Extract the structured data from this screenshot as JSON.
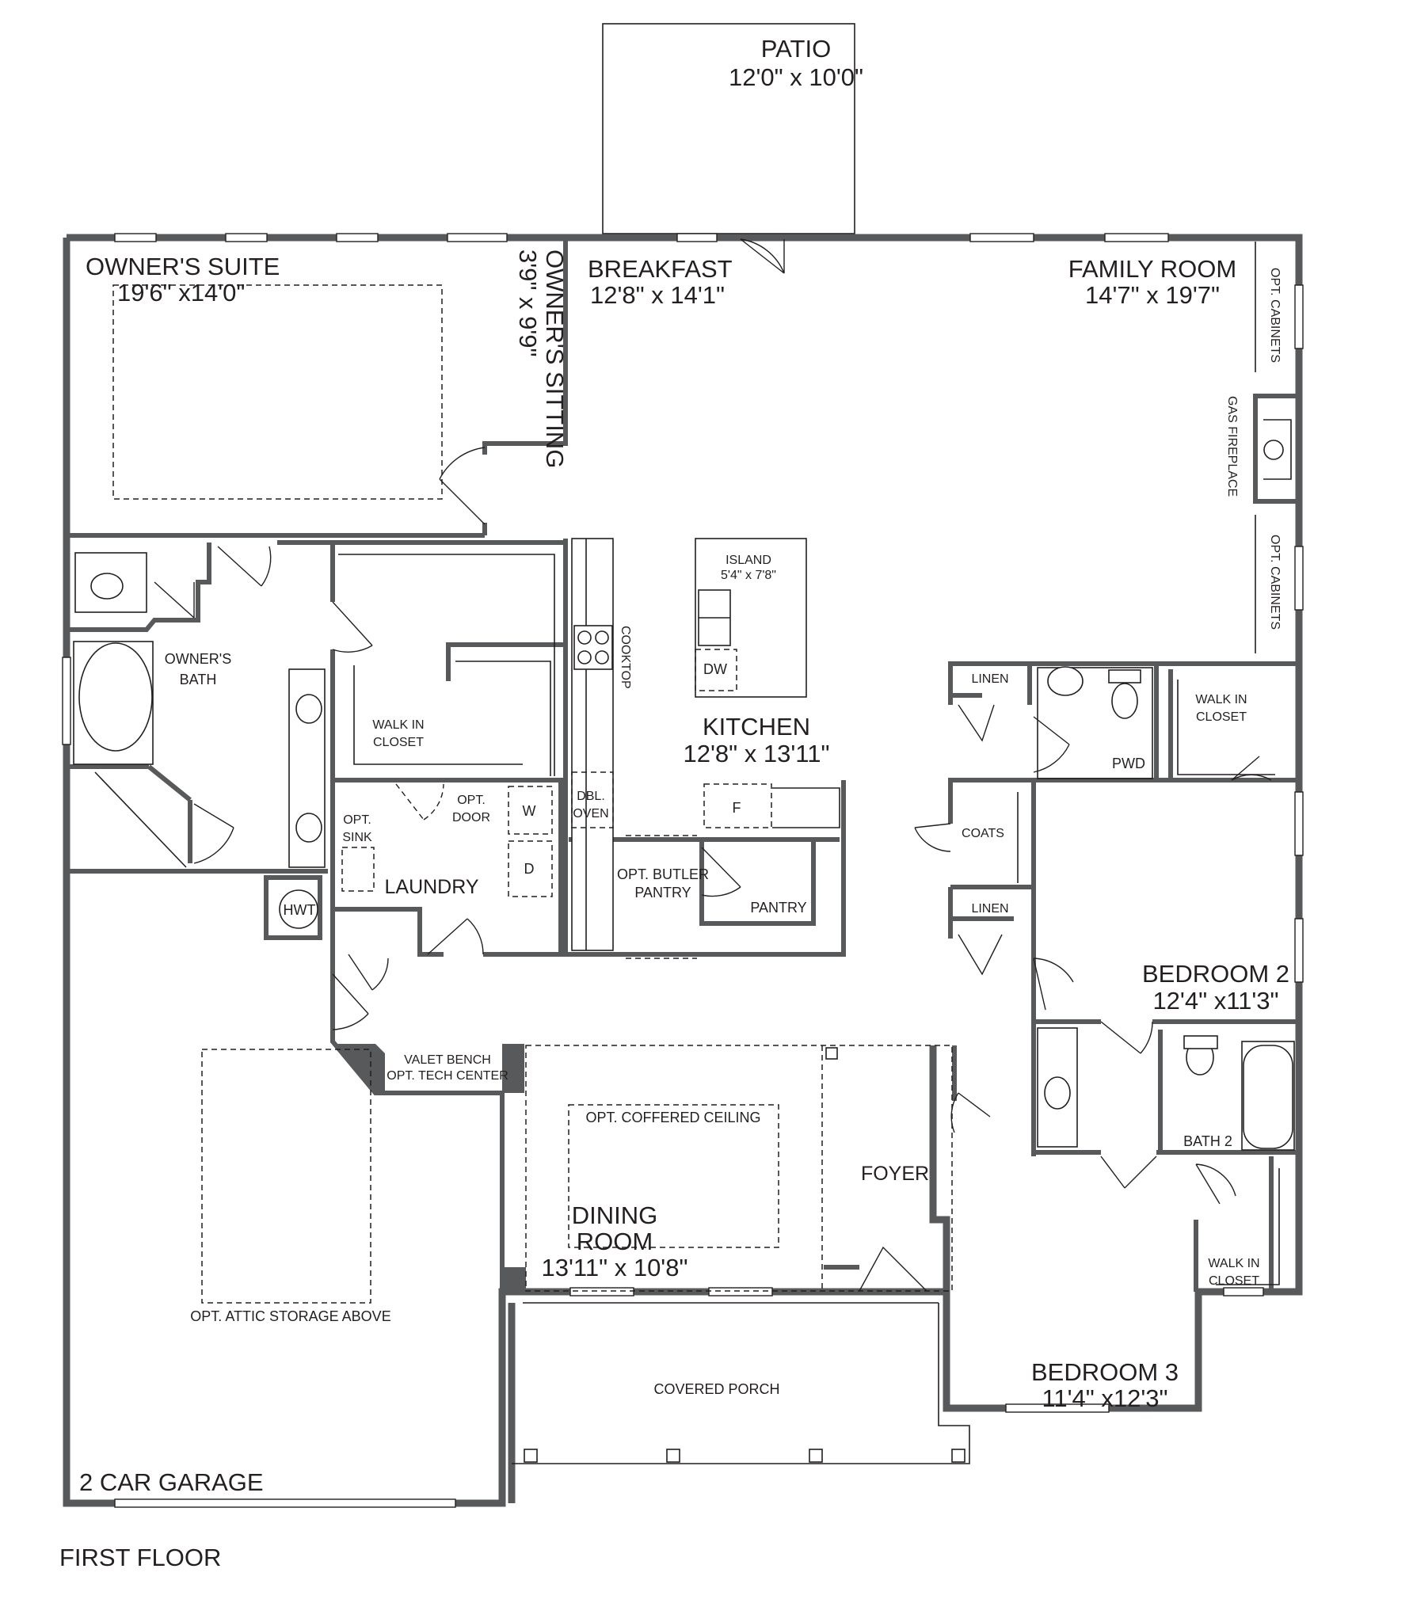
{
  "floor_label": "FIRST FLOOR",
  "rooms": {
    "patio": {
      "name": "PATIO",
      "size": "12'0\" x 10'0\""
    },
    "owners_suite": {
      "name": "OWNER'S SUITE",
      "size": "19'6\" x14'0\""
    },
    "owners_sitting": {
      "name": "OWNER'S SITTING",
      "size": "3'9\" x 9'9\""
    },
    "breakfast": {
      "name": "BREAKFAST",
      "size": "12'8\" x 14'1\""
    },
    "family_room": {
      "name": "FAMILY ROOM",
      "size": "14'7\" x 19'7\""
    },
    "kitchen": {
      "name": "KITCHEN",
      "size": "12'8\" x 13'11\""
    },
    "island": {
      "name": "ISLAND",
      "size": "5'4\" x 7'8\""
    },
    "owners_bath": {
      "line1": "OWNER'S",
      "line2": "BATH"
    },
    "walk_in_closet_owner": {
      "line1": "WALK IN",
      "line2": "CLOSET"
    },
    "walk_in_closet_pwd": {
      "line1": "WALK IN",
      "line2": "CLOSET"
    },
    "walk_in_closet_bed3": {
      "line1": "WALK IN",
      "line2": "CLOSET"
    },
    "laundry": {
      "name": "LAUNDRY"
    },
    "opt_sink": {
      "line1": "OPT.",
      "line2": "SINK"
    },
    "opt_door": {
      "line1": "OPT.",
      "line2": "DOOR"
    },
    "dbl_oven": {
      "line1": "DBL.",
      "line2": "OVEN"
    },
    "butler_pantry": {
      "line1": "OPT. BUTLER",
      "line2": "PANTRY"
    },
    "pantry": {
      "name": "PANTRY"
    },
    "linen_top": {
      "name": "LINEN"
    },
    "linen_bottom": {
      "name": "LINEN"
    },
    "coats": {
      "name": "COATS"
    },
    "pwd": {
      "name": "PWD"
    },
    "bedroom2": {
      "name": "BEDROOM 2",
      "size": "12'4\" x11'3\""
    },
    "bedroom3": {
      "name": "BEDROOM 3",
      "size": "11'4\" x12'3\""
    },
    "bath2": {
      "name": "BATH 2"
    },
    "foyer": {
      "name": "FOYER"
    },
    "dining_room": {
      "line1": "DINING",
      "line2": "ROOM",
      "size": "13'11\" x 10'8\""
    },
    "coffered": {
      "name": "OPT. COFFERED CEILING"
    },
    "covered_porch": {
      "name": "COVERED PORCH"
    },
    "garage": {
      "name": "2 CAR GARAGE"
    },
    "attic": {
      "name": "OPT. ATTIC STORAGE ABOVE"
    },
    "valet": {
      "line1": "VALET BENCH",
      "line2": "OPT. TECH CENTER"
    },
    "hwt": {
      "name": "HWT"
    }
  },
  "fixtures": {
    "cooktop": "COOKTOP",
    "dishwasher": "DW",
    "washer": "W",
    "dryer": "D",
    "fridge": "F",
    "opt_cabinets_top": "OPT. CABINETS",
    "opt_cabinets_bottom": "OPT. CABINETS",
    "gas_fireplace": "GAS FIREPLACE"
  },
  "colors": {
    "wall": "#58595b",
    "line": "#231f20",
    "background": "#ffffff"
  }
}
